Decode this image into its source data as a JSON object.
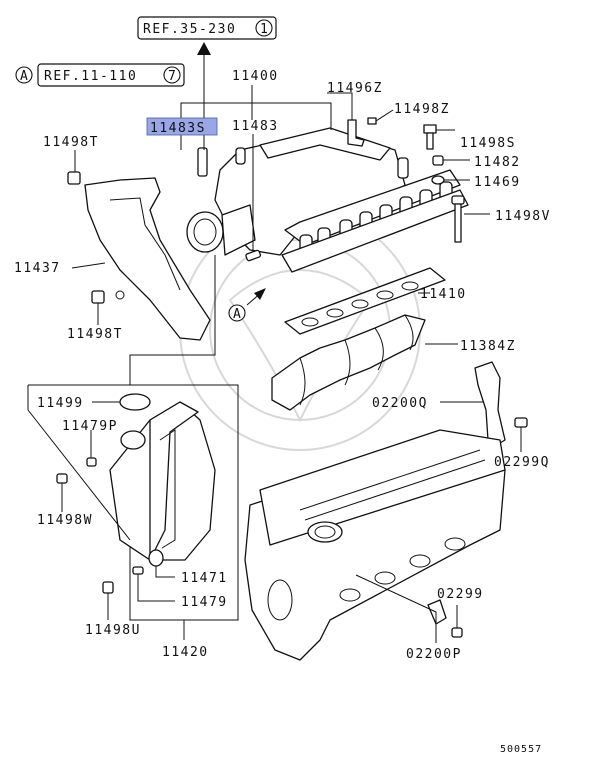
{
  "diagram": {
    "refs": {
      "ref_top": "REF.35-230",
      "ref_top_num": "1",
      "ref_left": "REF.11-110",
      "ref_left_num": "7",
      "ref_left_marker": "A",
      "arrow_marker": "A"
    },
    "parts": {
      "p11400": "11400",
      "p11496z": "11496Z",
      "p11498z": "11498Z",
      "p11483s": "11483S",
      "p11483": "11483",
      "p11498s": "11498S",
      "p11482": "11482",
      "p11469": "11469",
      "p11498v": "11498V",
      "p11498t_top": "11498T",
      "p11437": "11437",
      "p11498t_bot": "11498T",
      "p11410": "11410",
      "p11384z": "11384Z",
      "p02200q": "02200Q",
      "p02299q": "02299Q",
      "p11499": "11499",
      "p11479p": "11479P",
      "p11498w": "11498W",
      "p11471": "11471",
      "p11479": "11479",
      "p11498u": "11498U",
      "p11420": "11420",
      "p02299": "02299",
      "p02200p": "02200P"
    },
    "highlight_color": "#9aa7e6",
    "footer_code": "500557"
  }
}
